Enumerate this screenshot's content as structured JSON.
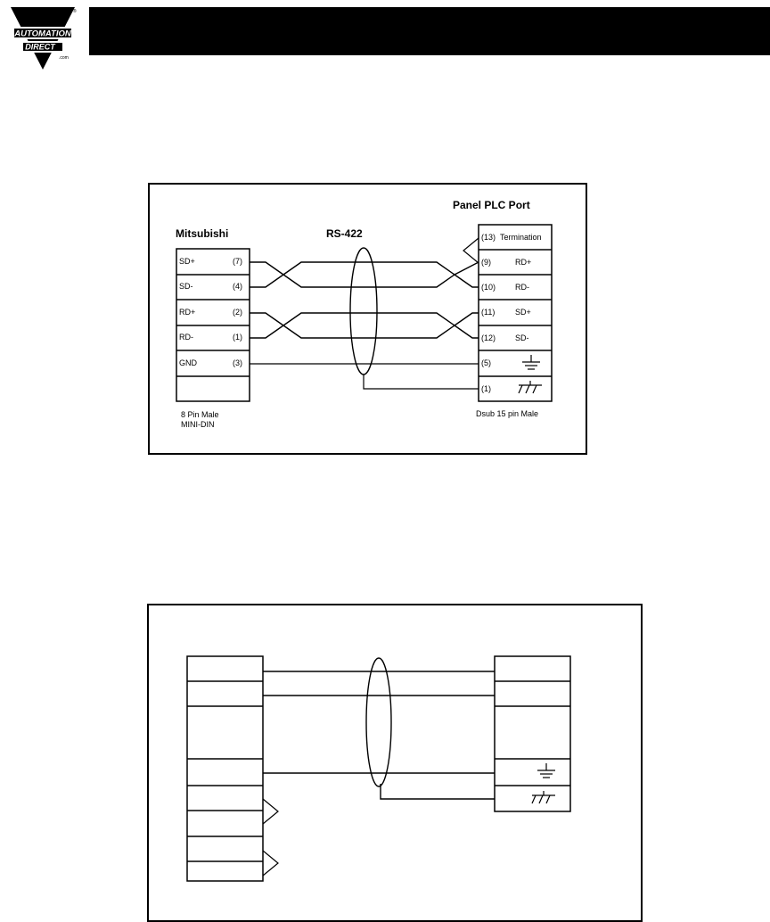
{
  "logo": {
    "line1": "AUTOMATION",
    "line2": "DIRECT",
    "suffix": ".com"
  },
  "diagram1": {
    "left_title": "Mitsubishi",
    "cable_title": "RS-422",
    "right_title": "Panel PLC Port",
    "left_pins": [
      {
        "name": "SD+",
        "pin": "(7)"
      },
      {
        "name": "SD-",
        "pin": "(4)"
      },
      {
        "name": "RD+",
        "pin": "(2)"
      },
      {
        "name": "RD-",
        "pin": "(1)"
      },
      {
        "name": "GND",
        "pin": "(3)"
      }
    ],
    "right_pins": [
      {
        "pin": "(13)",
        "name": "Termination"
      },
      {
        "pin": "(9)",
        "name": "RD+"
      },
      {
        "pin": "(10)",
        "name": "RD-"
      },
      {
        "pin": "(11)",
        "name": "SD+"
      },
      {
        "pin": "(12)",
        "name": "SD-"
      },
      {
        "pin": "(5)",
        "name": "signal-ground-icon"
      },
      {
        "pin": "(1)",
        "name": "frame-ground-icon"
      }
    ],
    "left_connector_line1": "8 Pin Male",
    "left_connector_line2": "MINI-DIN",
    "right_connector": "Dsub 15 pin Male"
  }
}
